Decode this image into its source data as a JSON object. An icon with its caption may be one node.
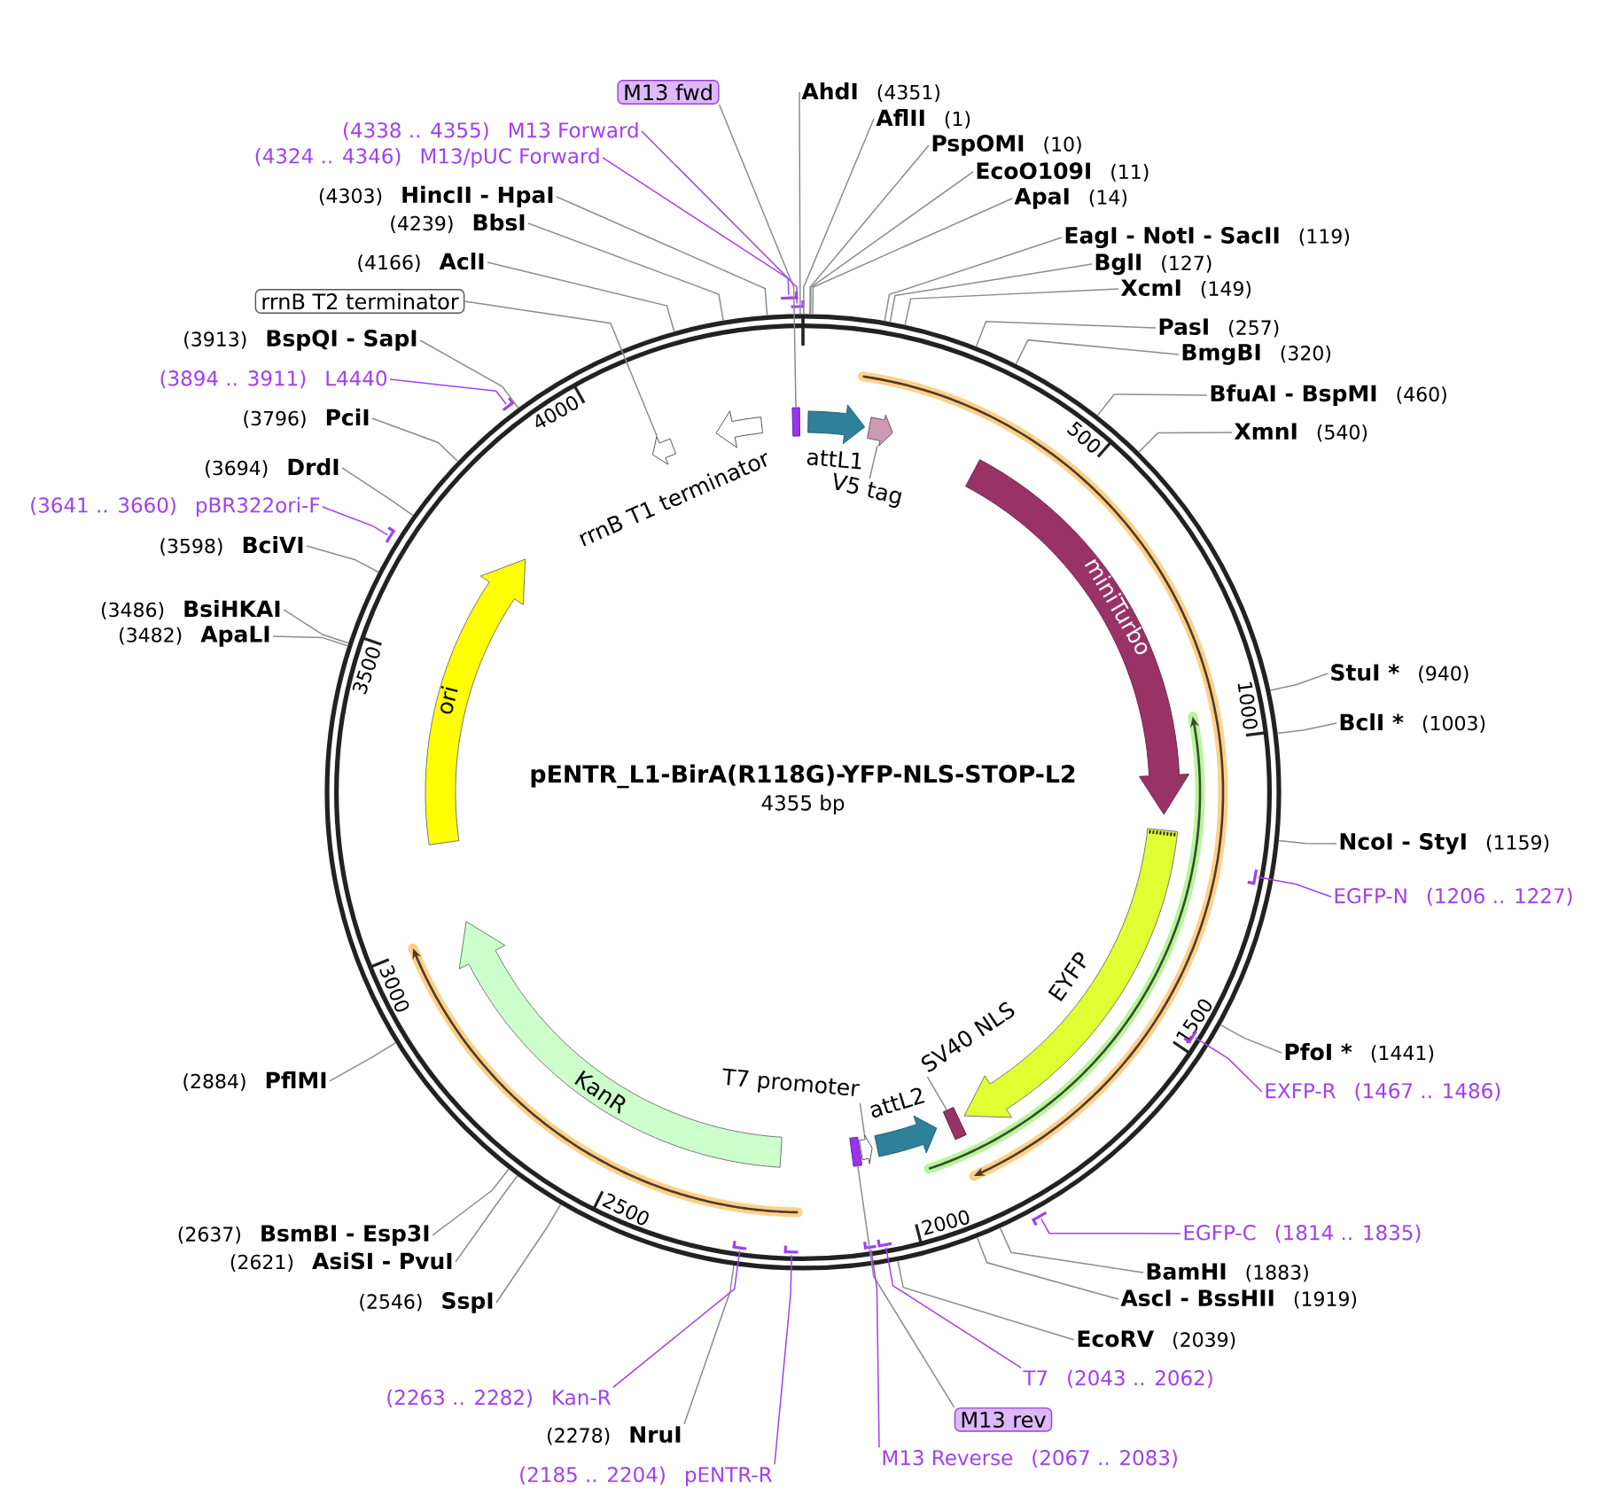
{
  "diagram": {
    "nodes": [
      {
        "text": [
          "pENTR_L1-BirA(R118G)-YFP-NLS-STOP-L2",
          "4355 bp"
        ]
      },
      {
        "text": [],
        "shape": "bar",
        "in": 0
      },
      {
        "text": [],
        "shape": "arrow",
        "in": 0,
        "beside": [
          "attL1"
        ]
      },
      {
        "text": [],
        "shape": "arrow",
        "in": 0
      },
      {
        "text": [
          "V5 tag"
        ],
        "in": 0
      },
      {
        "text": [],
        "shape": "arrow",
        "in": 0,
        "beside": [
          "rrnB T1 terminator"
        ]
      },
      {
        "text": [],
        "shape": "arrow",
        "in": 0
      },
      {
        "text": [
          "miniTurbo"
        ],
        "in": 0
      },
      {
        "text": [],
        "shape": "arrow",
        "in": 0,
        "beside": [
          "EYFP"
        ]
      },
      {
        "text": [],
        "shape": "bar",
        "in": 0
      },
      {
        "text": [
          "SV40 NLS"
        ],
        "in": 0
      },
      {
        "text": [],
        "shape": "arrow",
        "in": 0,
        "beside": [
          "attL2"
        ]
      },
      {
        "text": [],
        "shape": "arrow",
        "in": 0
      },
      {
        "text": [
          "T7 promoter"
        ],
        "in": 0
      },
      {
        "text": [],
        "shape": "bar",
        "in": 0
      },
      {
        "text": [
          "KanR"
        ],
        "in": 0
      },
      {
        "text": [
          "ori"
        ],
        "in": 0
      },
      {
        "text": [
          "M13 fwd"
        ]
      },
      {
        "text": [
          "AhdI",
          "(4351)"
        ]
      },
      {
        "text": [
          "AflII",
          "(1)"
        ]
      },
      {
        "text": [
          "PspOMI",
          "(10)"
        ]
      },
      {
        "text": [
          "EcoO109I",
          "(11)"
        ]
      },
      {
        "text": [
          "ApaI",
          "(14)"
        ]
      },
      {
        "text": [
          "EagI - NotI - SacII",
          "(119)"
        ]
      },
      {
        "text": [
          "BglI",
          "(127)"
        ]
      },
      {
        "text": [
          "XcmI",
          "(149)"
        ]
      },
      {
        "text": [
          "PasI",
          "(257)"
        ]
      },
      {
        "text": [
          "BmgBI",
          "(320)"
        ]
      },
      {
        "text": [
          "BfuAI - BspMI",
          "(460)"
        ]
      },
      {
        "text": [
          "XmnI",
          "(540)"
        ]
      },
      {
        "text": [
          "StuI *",
          "(940)"
        ]
      },
      {
        "text": [
          "BclI *",
          "(1003)"
        ]
      },
      {
        "text": [
          "NcoI - StyI",
          "(1159)"
        ]
      },
      {
        "text": [
          "EGFP-N",
          "(1206 .. 1227)"
        ]
      },
      {
        "text": [],
        "shape": "bar",
        "in": 0
      },
      {
        "text": [
          "PfoI *",
          "(1441)"
        ]
      },
      {
        "text": [
          "EXFP-R",
          "(1467 .. 1486)"
        ]
      },
      {
        "text": [],
        "shape": "bar",
        "in": 0
      },
      {
        "text": [
          "EGFP-C",
          "(1814 .. 1835)"
        ]
      },
      {
        "text": [],
        "shape": "bar"
      },
      {
        "text": [
          "BamHI",
          "(1883)"
        ]
      },
      {
        "text": [
          "AscI - BssHII",
          "(1919)"
        ]
      },
      {
        "text": [
          "EcoRV",
          "(2039)"
        ]
      },
      {
        "text": [
          "T7",
          "(2043 .. 2062)"
        ]
      },
      {
        "text": [],
        "shape": "bar",
        "in": 0
      },
      {
        "text": [
          "M13 rev"
        ]
      },
      {
        "text": [
          "M13 Reverse",
          "(2067 .. 2083)"
        ]
      },
      {
        "text": [],
        "shape": "bar",
        "in": 0
      },
      {
        "text": [
          "(2185 .. 2204)",
          "pENTR-R"
        ]
      },
      {
        "text": [],
        "shape": "bar",
        "in": 0
      },
      {
        "text": [
          "(2278)",
          "NruI"
        ]
      },
      {
        "text": [
          "(2263 .. 2282)",
          "Kan-R"
        ]
      },
      {
        "text": [],
        "shape": "bar",
        "in": 0
      },
      {
        "text": [
          "(2546)",
          "SspI"
        ]
      },
      {
        "text": [
          "(2621)",
          "AsiSI - PvuI"
        ]
      },
      {
        "text": [
          "(2637)",
          "BsmBI - Esp3I"
        ]
      },
      {
        "text": [
          "(2884)",
          "PflMI"
        ]
      },
      {
        "text": [
          "(3482)",
          "ApaLI"
        ]
      },
      {
        "text": [
          "(3486)",
          "BsiHKAI"
        ]
      },
      {
        "text": [
          "(3598)",
          "BciVI"
        ]
      },
      {
        "text": [
          "(3641 .. 3660)",
          "pBR322ori-F"
        ]
      },
      {
        "text": [],
        "shape": "bar"
      },
      {
        "text": [
          "(3694)",
          "DrdI"
        ]
      },
      {
        "text": [
          "(3796)",
          "PciI"
        ]
      },
      {
        "text": [
          "(3894 .. 3911)",
          "L4440"
        ]
      },
      {
        "text": [],
        "shape": "bar"
      },
      {
        "text": [
          "(3913)",
          "BspQI - SapI"
        ]
      },
      {
        "text": [
          "rrnB T2 terminator"
        ]
      },
      {
        "text": [
          "(4166)",
          "AclI"
        ]
      },
      {
        "text": [
          "(4239)",
          "BbsI"
        ]
      },
      {
        "text": [
          "(4303)",
          "HincII - HpaI"
        ]
      },
      {
        "text": [
          "(4324 .. 4346)",
          "M13/pUC Forward"
        ]
      },
      {
        "text": [],
        "shape": "bar"
      },
      {
        "text": [
          "(4338 .. 4355)",
          "M13 Forward"
        ]
      },
      {
        "text": [],
        "shape": "bar"
      }
    ],
    "edges": [
      {
        "from": 17,
        "to": 1,
        "arrow": "none"
      },
      {
        "from": 4,
        "to": 3,
        "arrow": "none"
      },
      {
        "from": 10,
        "to": 9,
        "arrow": "none"
      },
      {
        "from": 13,
        "to": 12,
        "arrow": "none"
      },
      {
        "from": 45,
        "to": 14,
        "arrow": "none"
      },
      {
        "from": 67,
        "to": 6,
        "arrow": "none"
      },
      {
        "from": 18,
        "to": 0,
        "arrow": "none"
      },
      {
        "from": 19,
        "to": 0,
        "arrow": "none"
      },
      {
        "from": 20,
        "to": 0,
        "arrow": "none"
      },
      {
        "from": 21,
        "to": 0,
        "arrow": "none"
      },
      {
        "from": 22,
        "to": 0,
        "arrow": "none"
      },
      {
        "from": 23,
        "to": 0,
        "arrow": "none"
      },
      {
        "from": 24,
        "to": 0,
        "arrow": "none"
      },
      {
        "from": 25,
        "to": 0,
        "arrow": "none"
      },
      {
        "from": 26,
        "to": 0,
        "arrow": "none"
      },
      {
        "from": 27,
        "to": 0,
        "arrow": "none"
      },
      {
        "from": 28,
        "to": 0,
        "arrow": "none"
      },
      {
        "from": 29,
        "to": 0,
        "arrow": "none"
      },
      {
        "from": 30,
        "to": 0,
        "arrow": "none"
      },
      {
        "from": 31,
        "to": 0,
        "arrow": "none"
      },
      {
        "from": 32,
        "to": 0,
        "arrow": "none"
      },
      {
        "from": 33,
        "to": 34,
        "arrow": "none",
        "color": "#a040f0"
      },
      {
        "from": 35,
        "to": 0,
        "arrow": "none"
      },
      {
        "from": 36,
        "to": 37,
        "arrow": "none",
        "color": "#a040f0"
      },
      {
        "from": 38,
        "to": 39,
        "arrow": "none",
        "color": "#a040f0"
      },
      {
        "from": 40,
        "to": 0,
        "arrow": "none"
      },
      {
        "from": 41,
        "to": 0,
        "arrow": "none"
      },
      {
        "from": 42,
        "to": 0,
        "arrow": "none"
      },
      {
        "from": 43,
        "to": 44,
        "arrow": "none",
        "color": "#a040f0"
      },
      {
        "from": 46,
        "to": 47,
        "arrow": "none",
        "color": "#a040f0"
      },
      {
        "from": 48,
        "to": 49,
        "arrow": "none",
        "color": "#a040f0"
      },
      {
        "from": 50,
        "to": 0,
        "arrow": "none"
      },
      {
        "from": 51,
        "to": 52,
        "arrow": "none",
        "color": "#a040f0"
      },
      {
        "from": 53,
        "to": 0,
        "arrow": "none"
      },
      {
        "from": 54,
        "to": 0,
        "arrow": "none"
      },
      {
        "from": 55,
        "to": 0,
        "arrow": "none"
      },
      {
        "from": 56,
        "to": 0,
        "arrow": "none"
      },
      {
        "from": 57,
        "to": 0,
        "arrow": "none"
      },
      {
        "from": 58,
        "to": 0,
        "arrow": "none"
      },
      {
        "from": 59,
        "to": 0,
        "arrow": "none"
      },
      {
        "from": 60,
        "to": 61,
        "arrow": "none",
        "color": "#a040f0"
      },
      {
        "from": 62,
        "to": 0,
        "arrow": "none"
      },
      {
        "from": 63,
        "to": 0,
        "arrow": "none"
      },
      {
        "from": 64,
        "to": 65,
        "arrow": "none",
        "color": "#a040f0"
      },
      {
        "from": 66,
        "to": 0,
        "arrow": "none"
      },
      {
        "from": 68,
        "to": 0,
        "arrow": "none"
      },
      {
        "from": 69,
        "to": 0,
        "arrow": "none"
      },
      {
        "from": 70,
        "to": 0,
        "arrow": "none"
      },
      {
        "from": 71,
        "to": 72,
        "arrow": "none",
        "color": "#a040f0"
      },
      {
        "from": 73,
        "to": 74,
        "arrow": "none",
        "color": "#a040f0"
      }
    ],
    "labels": [
      "500",
      "1000",
      "1500",
      "2000",
      "2500",
      "3000",
      "3500",
      "4000"
    ]
  }
}
